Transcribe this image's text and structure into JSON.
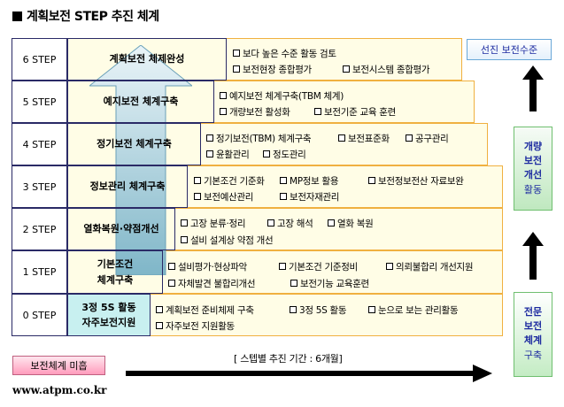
{
  "title": "계획보전 STEP 추진 체계",
  "steps": [
    {
      "label": "6 STEP",
      "name": "계획보전 체제완성",
      "items": [
        "보다 높은 수준 활동 검토",
        "보전현장 종합평가",
        "보전시스템 종합평가"
      ]
    },
    {
      "label": "5 STEP",
      "name": "예지보전 체계구축",
      "items": [
        "예지보전 체계구축(TBM 체계)",
        "개량보전 활성화",
        "보전기준 교육 훈련"
      ]
    },
    {
      "label": "4 STEP",
      "name": "정기보전 체계구축",
      "items": [
        "정기보전(TBM) 체계구축",
        "보전표준화",
        "공구관리",
        "윤활관리",
        "정도관리"
      ]
    },
    {
      "label": "3 STEP",
      "name": "정보관리 체계구축",
      "items": [
        "기본조건 기준화",
        "MP정보 활용",
        "보전정보전산 자료보완",
        "보전예산관리",
        "보전자재관리"
      ]
    },
    {
      "label": "2 STEP",
      "name": "열화복원·약점개선",
      "items": [
        "고장 분류·정리",
        "고장 해석",
        "열화 복원",
        "설비 설계상 약점 개선"
      ]
    },
    {
      "label": "1 STEP",
      "name_line1": "기본조건",
      "name_line2": "체계구축",
      "items": [
        "설비평가·현상파악",
        "기본조건 기준정비",
        "의뢰불합리 개선지원",
        "자체발견 불합리개선",
        "보전기능 교육훈련"
      ]
    },
    {
      "label": "0 STEP",
      "name_line1": "3정 5S 활동",
      "name_line2": "자주보전지원",
      "items": [
        "계획보전 준비체제 구축",
        "3정 5S 활동",
        "눈으로 보는 관리활동",
        "자주보전 지원활동"
      ]
    }
  ],
  "right": {
    "top": "선진 보전수준",
    "box1": {
      "c1": "개",
      "c2": "량",
      "c3": "보",
      "c4": "전",
      "c5": "개",
      "c6": "선",
      "c7": "활동"
    },
    "box2": {
      "c1": "전",
      "c2": "문",
      "c3": "보",
      "c4": "전",
      "c5": "체",
      "c6": "계",
      "c7": "구축"
    }
  },
  "bottom": {
    "start": "보전체계 미흡",
    "period": "[ 스텝별 추진 기간 : 6개월]",
    "url": "www.atpm.co.kr"
  }
}
